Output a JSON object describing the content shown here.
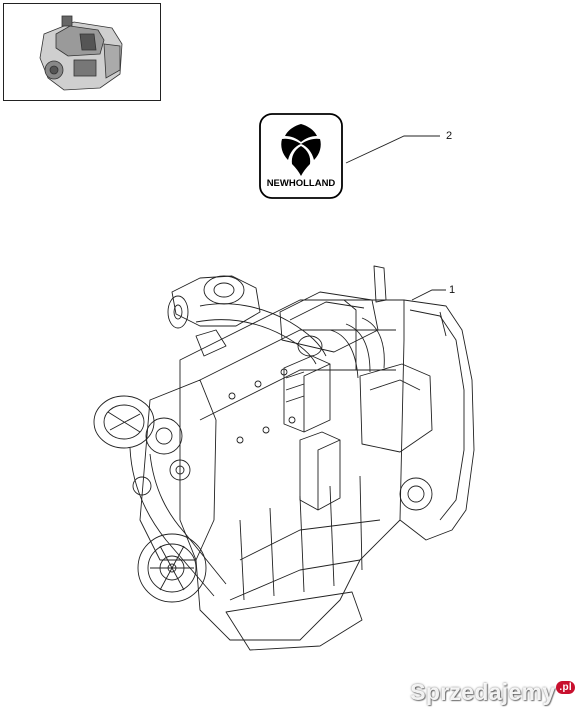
{
  "diagram": {
    "callouts": [
      {
        "id": "engine",
        "label": "1"
      },
      {
        "id": "logo-decal",
        "label": "2"
      }
    ],
    "logo": {
      "text": "NEWHOLLAND",
      "color": "#000000",
      "icon": "new-holland-leaf-icon"
    },
    "thumbnail": {
      "icon": "engine-thumbnail-icon"
    }
  },
  "watermark": {
    "text": "Sprzedajemy",
    "tld": ".pl",
    "badge_color": "#c8102e"
  }
}
